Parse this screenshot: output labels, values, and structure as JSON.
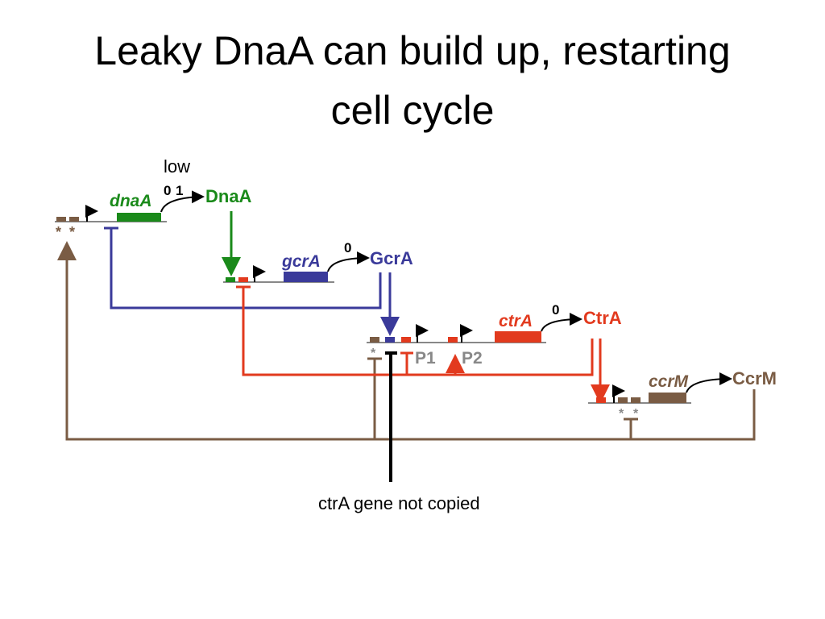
{
  "slide": {
    "title_line1": "Leaky DnaA can build up, restarting",
    "title_line2": "cell cycle",
    "low_label": "low",
    "annotation": "ctrA gene not copied"
  },
  "diagram": {
    "genes": {
      "dnaA": "dnaA",
      "gcrA": "gcrA",
      "ctrA": "ctrA",
      "ccrM": "ccrM"
    },
    "proteins": {
      "DnaA": "DnaA",
      "GcrA": "GcrA",
      "CtrA": "CtrA",
      "CcrM": "CcrM"
    },
    "levels": {
      "dnaA_a": "0",
      "dnaA_b": "1",
      "gcrA": "0",
      "ctrA": "0"
    },
    "promoters": {
      "p1": "P1",
      "p2": "P2"
    },
    "star": "*"
  },
  "colors": {
    "green": "#1a8a1a",
    "blue": "#3a3a9a",
    "red": "#e23a1e",
    "brown": "#7a5c44",
    "gray": "#888888"
  }
}
